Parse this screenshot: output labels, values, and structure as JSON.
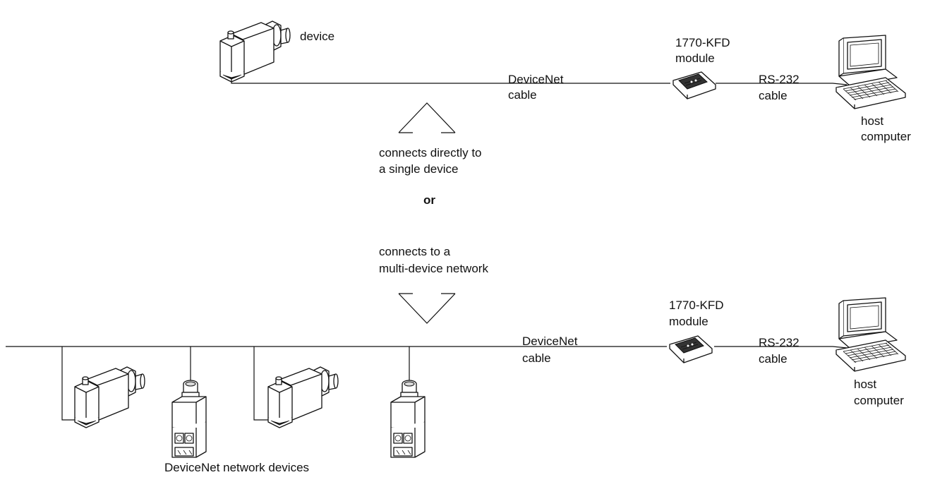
{
  "top": {
    "device_label": "device",
    "cable_label_line1": "DeviceNet",
    "cable_label_line2": "cable",
    "module_label_line1": "1770-KFD",
    "module_label_line2": "module",
    "rs232_label_line1": "RS-232",
    "rs232_label_line2": "cable",
    "host_label_line1": "host",
    "host_label_line2": "computer"
  },
  "middle": {
    "direct_line1": "connects directly to",
    "direct_line2": "a single device",
    "or_label": "or",
    "network_line1": "connects to a",
    "network_line2": "multi-device network"
  },
  "bottom": {
    "cable_label_line1": "DeviceNet",
    "cable_label_line2": "cable",
    "module_label_line1": "1770-KFD",
    "module_label_line2": "module",
    "rs232_label_line1": "RS-232",
    "rs232_label_line2": "cable",
    "host_label_line1": "host",
    "host_label_line2": "computer",
    "network_devices_label": "DeviceNet network devices"
  },
  "icons": {
    "device": "sensor-device-icon",
    "module": "kfd-module-icon",
    "computer": "host-computer-icon",
    "connector": "connector-device-icon",
    "arrow": "chevron-arrow-icon"
  }
}
